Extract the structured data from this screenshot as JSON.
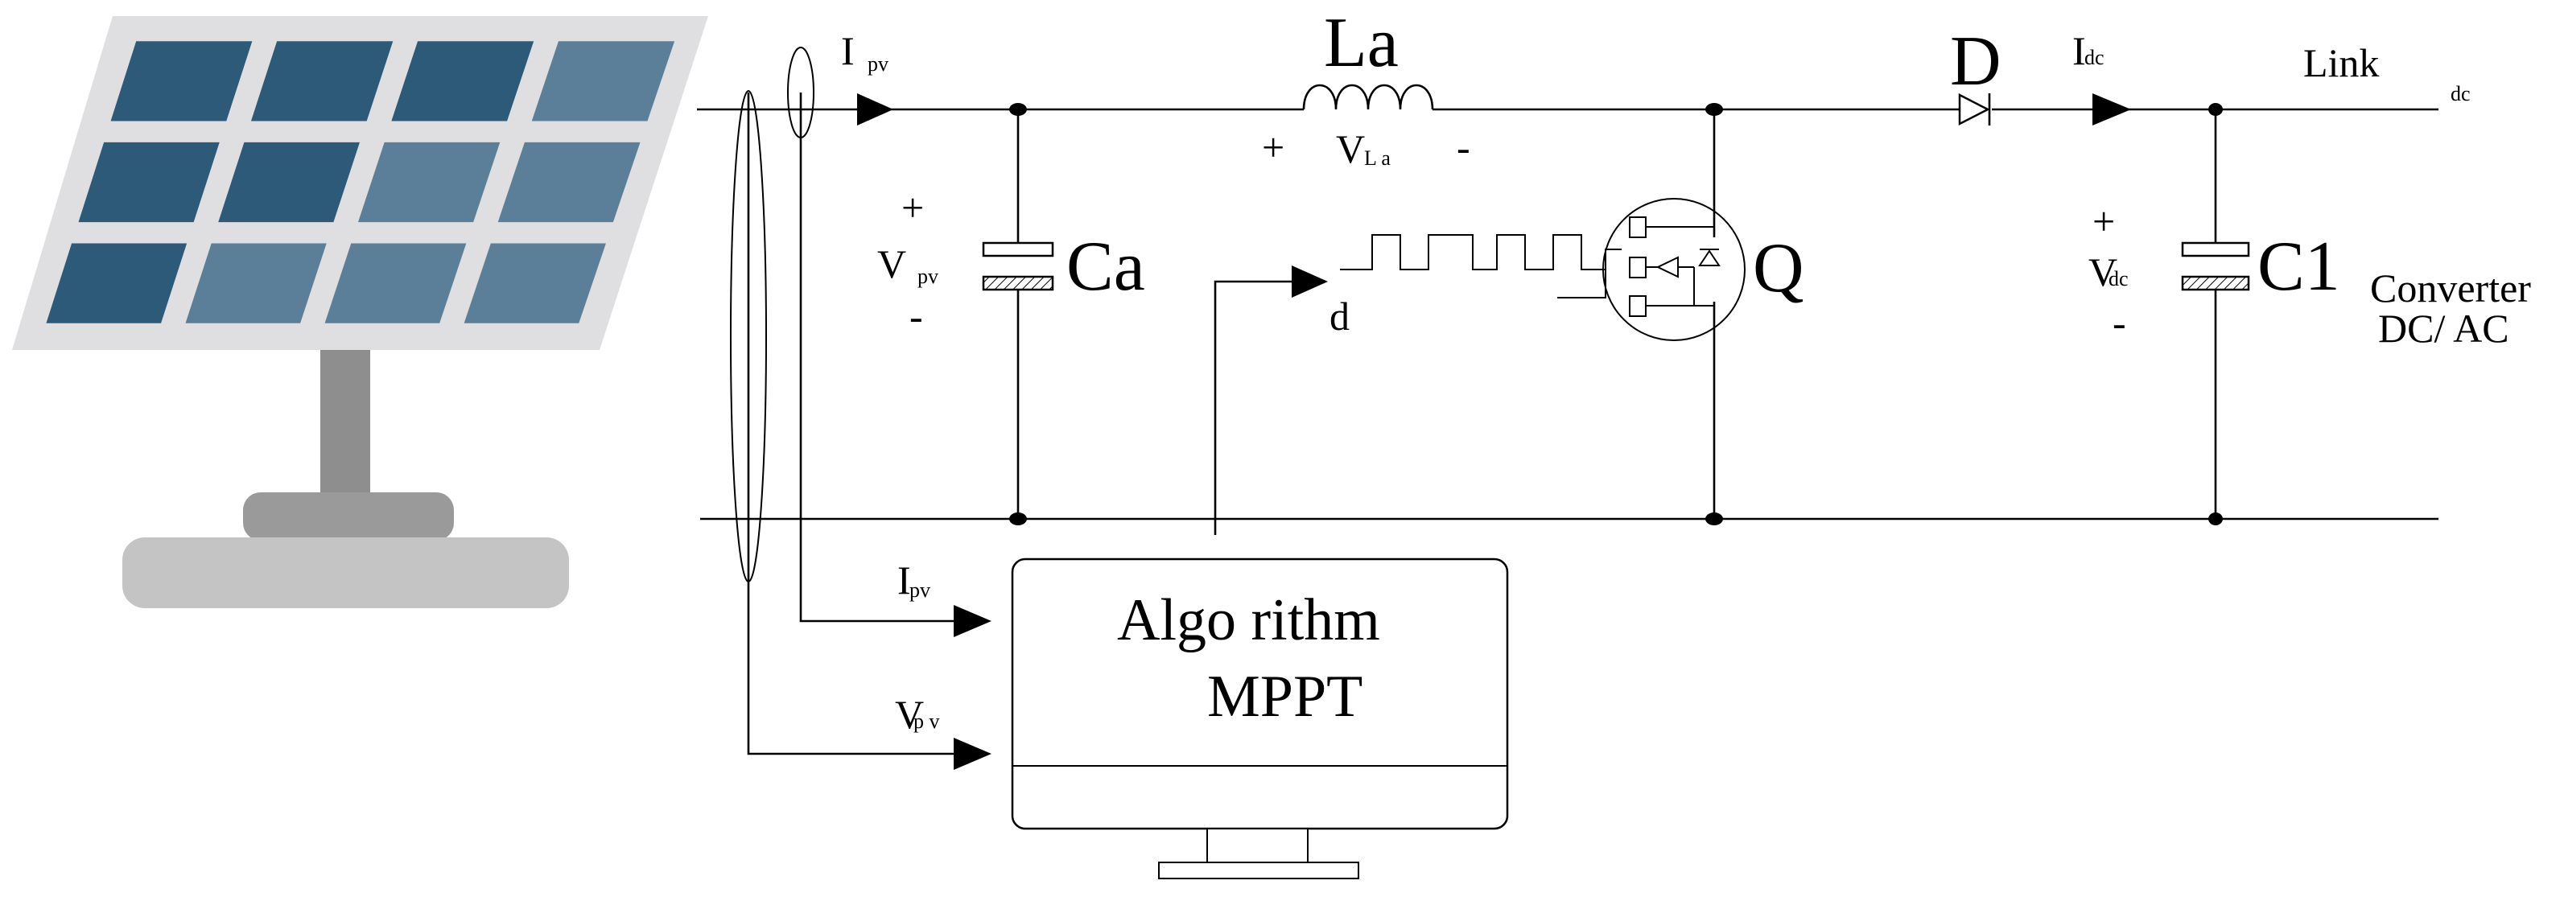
{
  "colors": {
    "panel_frame": "#dfdfe2",
    "panel_cell": "#2e5a7a",
    "panel_cell_glare": "#5b7f99",
    "stand_pole": "#8e8e8e",
    "stand_base_top": "#9a9a9a",
    "stand_base": "#c4c4c4",
    "wire": "#000000",
    "background": "#ffffff"
  },
  "icons": {
    "solar_panel": "solar-panel-icon",
    "mosfet": "mosfet-icon",
    "diode": "diode-icon",
    "monitor": "monitor-icon"
  },
  "labels": {
    "ipv_top_main": "I",
    "ipv_top_sub": "pv",
    "la": "La",
    "vla_plus": "+",
    "vla_main": "V",
    "vla_sub": "L a",
    "vla_minus": "-",
    "d_diode": "D",
    "idc_main": "I",
    "idc_sub": "dc",
    "link": "Link",
    "link_sub": "dc",
    "vpv_plus": "+",
    "vpv_main": "V",
    "vpv_sub": "pv",
    "vpv_minus": "-",
    "ca": "Ca",
    "d_duty": "d",
    "q": "Q",
    "vdc_plus": "+",
    "vdc_main": "V",
    "vdc_sub": "dc",
    "vdc_minus": "-",
    "c1": "C1",
    "converter_line1": "Converter",
    "converter_line2": "DC/ AC",
    "ipv_in_main": "I",
    "ipv_in_sub": "pv",
    "vpv_in_main": "V",
    "vpv_in_sub": "p v",
    "algorithm": "Algo rithm",
    "mppt": "MPPT"
  }
}
